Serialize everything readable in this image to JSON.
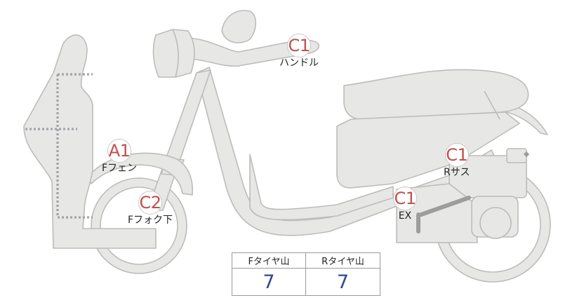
{
  "colors": {
    "part_fill": "#e7e7e5",
    "part_stroke": "#bcbcba",
    "dotted_line": "#a3a3ad",
    "grade_a": "#c0504d",
    "grade_c": "#c0504d",
    "value_text": "#2e4a8f"
  },
  "markers": [
    {
      "id": "handle",
      "grade": "C1",
      "label": "ハンドル"
    },
    {
      "id": "f-fender",
      "grade": "A1",
      "label": "Fフェン"
    },
    {
      "id": "f-fork-lower",
      "grade": "C2",
      "label": "Fフォク下"
    },
    {
      "id": "r-suspension",
      "grade": "C1",
      "label": "Rサス"
    },
    {
      "id": "exhaust",
      "grade": "C1",
      "label": "EX"
    }
  ],
  "tread": {
    "front_label": "Fタイヤ山",
    "rear_label": "Rタイヤ山",
    "front_value": "7",
    "rear_value": "7"
  }
}
